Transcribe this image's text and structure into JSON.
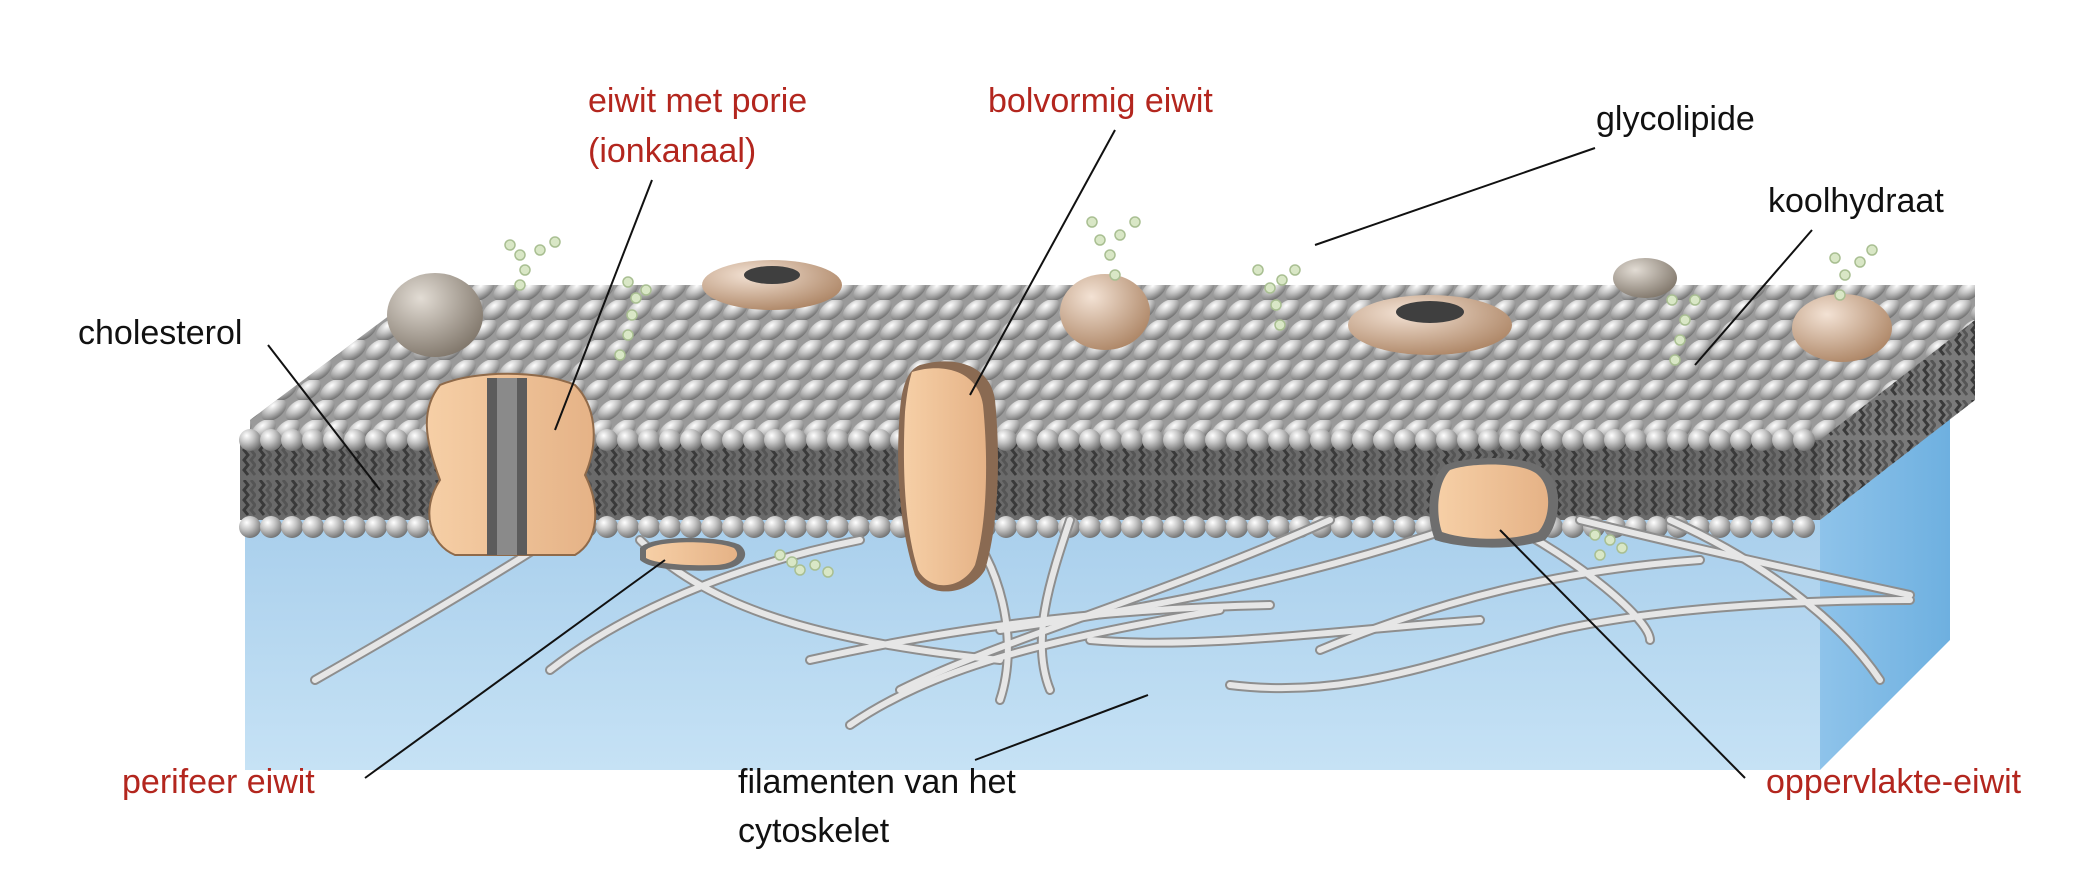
{
  "colors": {
    "label_red": "#b3261e",
    "label_black": "#111111",
    "cytoplasm": "#b3d6ef",
    "lipid_head": "#b9b9b9",
    "protein": "#efc294",
    "cap": "#c79a7c",
    "carbohydrate": "#d7e6c3",
    "filament": "#dcdcdc"
  },
  "labels": {
    "pore_protein": [
      "eiwit met porie",
      "(ionkanaal)"
    ],
    "globular_protein": "bolvormig eiwit",
    "glycolipid": "glycolipide",
    "carbohydrate": "koolhydraat",
    "cholesterol": "cholesterol",
    "peripheral_protein": "perifeer eiwit",
    "filaments": [
      "filamenten van het",
      "cytoskelet"
    ],
    "surface_protein": "oppervlakte-eiwit"
  }
}
